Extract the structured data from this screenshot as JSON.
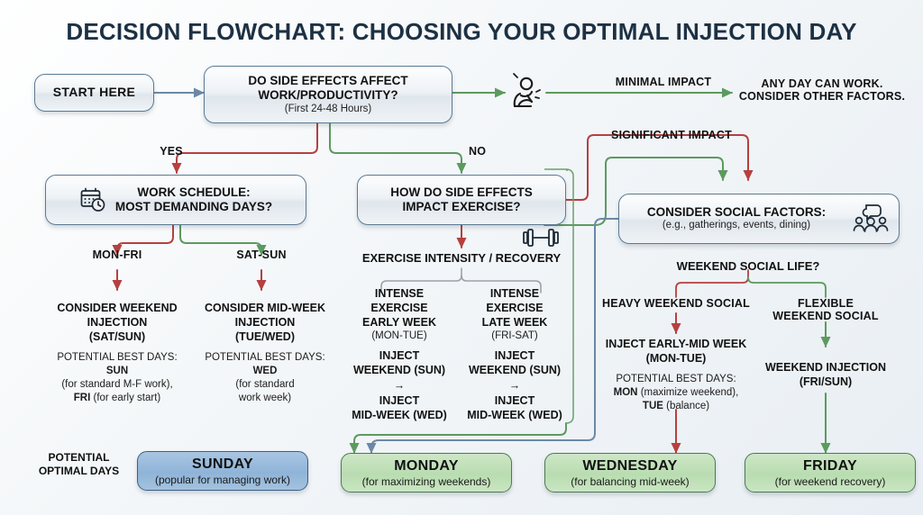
{
  "title": "DECISION FLOWCHART: CHOOSING YOUR OPTIMAL INJECTION DAY",
  "colors": {
    "title": "#1d3144",
    "yes_branch": "#b5403f",
    "no_branch": "#5c9a5f",
    "neutral_link": "#6b89a6",
    "green_pill": "#b9dcb1",
    "blue_pill": "#8fb4d8"
  },
  "nodes": {
    "start": {
      "label": "START HERE"
    },
    "q1": {
      "line1": "DO SIDE EFFECTS AFFECT",
      "line2": "WORK/PRODUCTIVITY?",
      "note": "(First 24-48 Hours)"
    },
    "q2": {
      "line1": "WORK SCHEDULE:",
      "line2": "MOST DEMANDING DAYS?",
      "icon": "calendar-clock-icon"
    },
    "q3": {
      "line1": "HOW DO SIDE EFFECTS",
      "line2": "IMPACT EXERCISE?",
      "icon": "dumbbell-icon"
    },
    "q4": {
      "line1": "CONSIDER SOCIAL FACTORS:",
      "note": "(e.g., gatherings, events, dining)",
      "icon": "people-group-icon"
    }
  },
  "edge_labels": {
    "yes": "YES",
    "no": "NO",
    "minimal_impact": "MINIMAL IMPACT",
    "significant_impact": "SIGNIFICANT IMPACT",
    "mon_fri": "MON-FRI",
    "sat_sun": "SAT-SUN"
  },
  "minimal_outcome": {
    "icon": "person-sitting-icon",
    "line1": "ANY DAY CAN WORK.",
    "line2": "CONSIDER OTHER FACTORS."
  },
  "work_branch": {
    "left": {
      "title_lines": [
        "CONSIDER WEEKEND",
        "INJECTION",
        "(SAT/SUN)"
      ],
      "best_days_label": "POTENTIAL BEST DAYS:",
      "best_day": "SUN",
      "best_day_note": "(for standard M-F work),",
      "alt_day": "FRI",
      "alt_day_note": "(for early start)"
    },
    "right": {
      "title_lines": [
        "CONSIDER MID-WEEK",
        "INJECTION",
        "(TUE/WED)"
      ],
      "best_days_label": "POTENTIAL BEST DAYS:",
      "best_day": "WED",
      "best_day_note_line1": "(for standard",
      "best_day_note_line2": "work week)"
    }
  },
  "exercise_branch": {
    "heading": "EXERCISE INTENSITY / RECOVERY",
    "left": {
      "line1": "INTENSE EXERCISE",
      "line2": "EARLY WEEK",
      "note": "(MON-TUE)",
      "action1_line1": "INJECT",
      "action1_line2": "WEEKEND (SUN)",
      "arrow": "→",
      "action2_line1": "INJECT",
      "action2_line2": "MID-WEEK (WED)"
    },
    "right": {
      "line1": "INTENSE EXERCISE",
      "line2": "LATE WEEK",
      "note": "(FRI-SAT)",
      "action1_line1": "INJECT",
      "action1_line2": "WEEKEND (SUN)",
      "arrow": "→",
      "action2_line1": "INJECT",
      "action2_line2": "MID-WEEK (WED)"
    }
  },
  "social_branch": {
    "heading": "WEEKEND SOCIAL LIFE?",
    "left": {
      "label": "HEAVY WEEKEND SOCIAL",
      "result_line1": "INJECT EARLY-MID WEEK",
      "result_line2": "(MON-TUE)",
      "best_days_label": "POTENTIAL BEST DAYS:",
      "best_day": "MON",
      "best_day_note": "(maximize weekend),",
      "alt_day": "TUE",
      "alt_day_note": "(balance)"
    },
    "right": {
      "label_line1": "FLEXIBLE",
      "label_line2": "WEEKEND SOCIAL",
      "result_line1": "WEEKEND INJECTION",
      "result_line2": "(FRI/SUN)"
    }
  },
  "footer": {
    "legend_line1": "POTENTIAL",
    "legend_line2": "OPTIMAL DAYS",
    "days": [
      {
        "name": "SUNDAY",
        "note": "(popular for managing work)",
        "variant": "blue"
      },
      {
        "name": "MONDAY",
        "note": "(for maximizing weekends)",
        "variant": "green"
      },
      {
        "name": "WEDNESDAY",
        "note": "(for balancing mid-week)",
        "variant": "green"
      },
      {
        "name": "FRIDAY",
        "note": "(for weekend recovery)",
        "variant": "green"
      }
    ]
  }
}
